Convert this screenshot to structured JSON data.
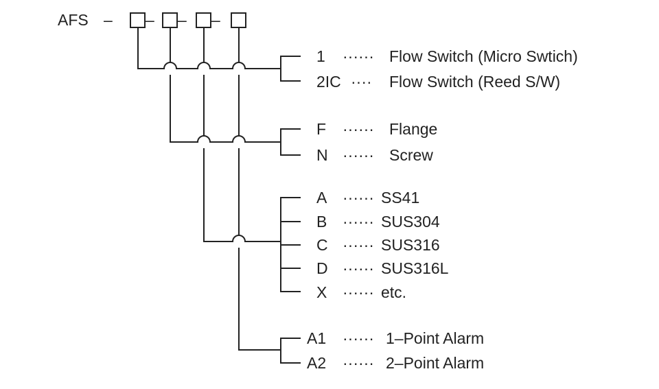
{
  "model_code": {
    "prefix": "AFS",
    "separator": "–"
  },
  "groups": [
    {
      "options": [
        {
          "code": "1",
          "leader": "······",
          "desc": "Flow Switch (Micro Swtich)"
        },
        {
          "code": "2IC",
          "leader": "····",
          "desc": "Flow Switch (Reed S/W)"
        }
      ]
    },
    {
      "options": [
        {
          "code": "F",
          "leader": "······",
          "desc": "Flange"
        },
        {
          "code": "N",
          "leader": "······",
          "desc": "Screw"
        }
      ]
    },
    {
      "options": [
        {
          "code": "A",
          "leader": "······",
          "desc": "SS41"
        },
        {
          "code": "B",
          "leader": "······",
          "desc": "SUS304"
        },
        {
          "code": "C",
          "leader": "······",
          "desc": "SUS316"
        },
        {
          "code": "D",
          "leader": "······",
          "desc": "SUS316L"
        },
        {
          "code": "X",
          "leader": "······",
          "desc": "etc."
        }
      ]
    },
    {
      "options": [
        {
          "code": "A1",
          "leader": "······",
          "desc": "1–Point Alarm"
        },
        {
          "code": "A2",
          "leader": "······",
          "desc": "2–Point Alarm"
        }
      ]
    }
  ]
}
